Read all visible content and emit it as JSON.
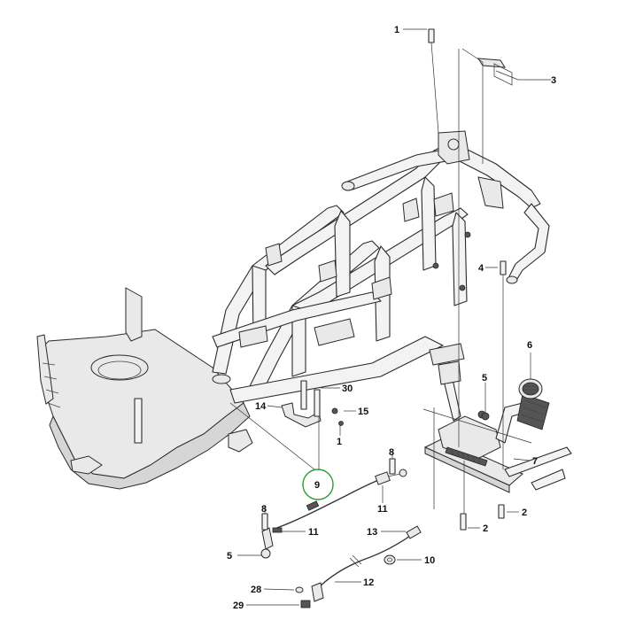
{
  "callouts": [
    {
      "id": "c1a",
      "label": "1"
    },
    {
      "id": "c3",
      "label": "3"
    },
    {
      "id": "c4",
      "label": "4"
    },
    {
      "id": "c6",
      "label": "6"
    },
    {
      "id": "c5a",
      "label": "5"
    },
    {
      "id": "c7",
      "label": "7"
    },
    {
      "id": "c2a",
      "label": "2"
    },
    {
      "id": "c2b",
      "label": "2"
    },
    {
      "id": "c30",
      "label": "30"
    },
    {
      "id": "c14",
      "label": "14"
    },
    {
      "id": "c15",
      "label": "15"
    },
    {
      "id": "c1b",
      "label": "1"
    },
    {
      "id": "c9",
      "label": "9"
    },
    {
      "id": "c8a",
      "label": "8"
    },
    {
      "id": "c11a",
      "label": "11"
    },
    {
      "id": "c8b",
      "label": "8"
    },
    {
      "id": "c11b",
      "label": "11"
    },
    {
      "id": "c5b",
      "label": "5"
    },
    {
      "id": "c13",
      "label": "13"
    },
    {
      "id": "c10",
      "label": "10"
    },
    {
      "id": "c12",
      "label": "12"
    },
    {
      "id": "c28",
      "label": "28"
    },
    {
      "id": "c29",
      "label": "29"
    }
  ],
  "highlighted_callout": "9",
  "highlight_color": "#2e9b35"
}
